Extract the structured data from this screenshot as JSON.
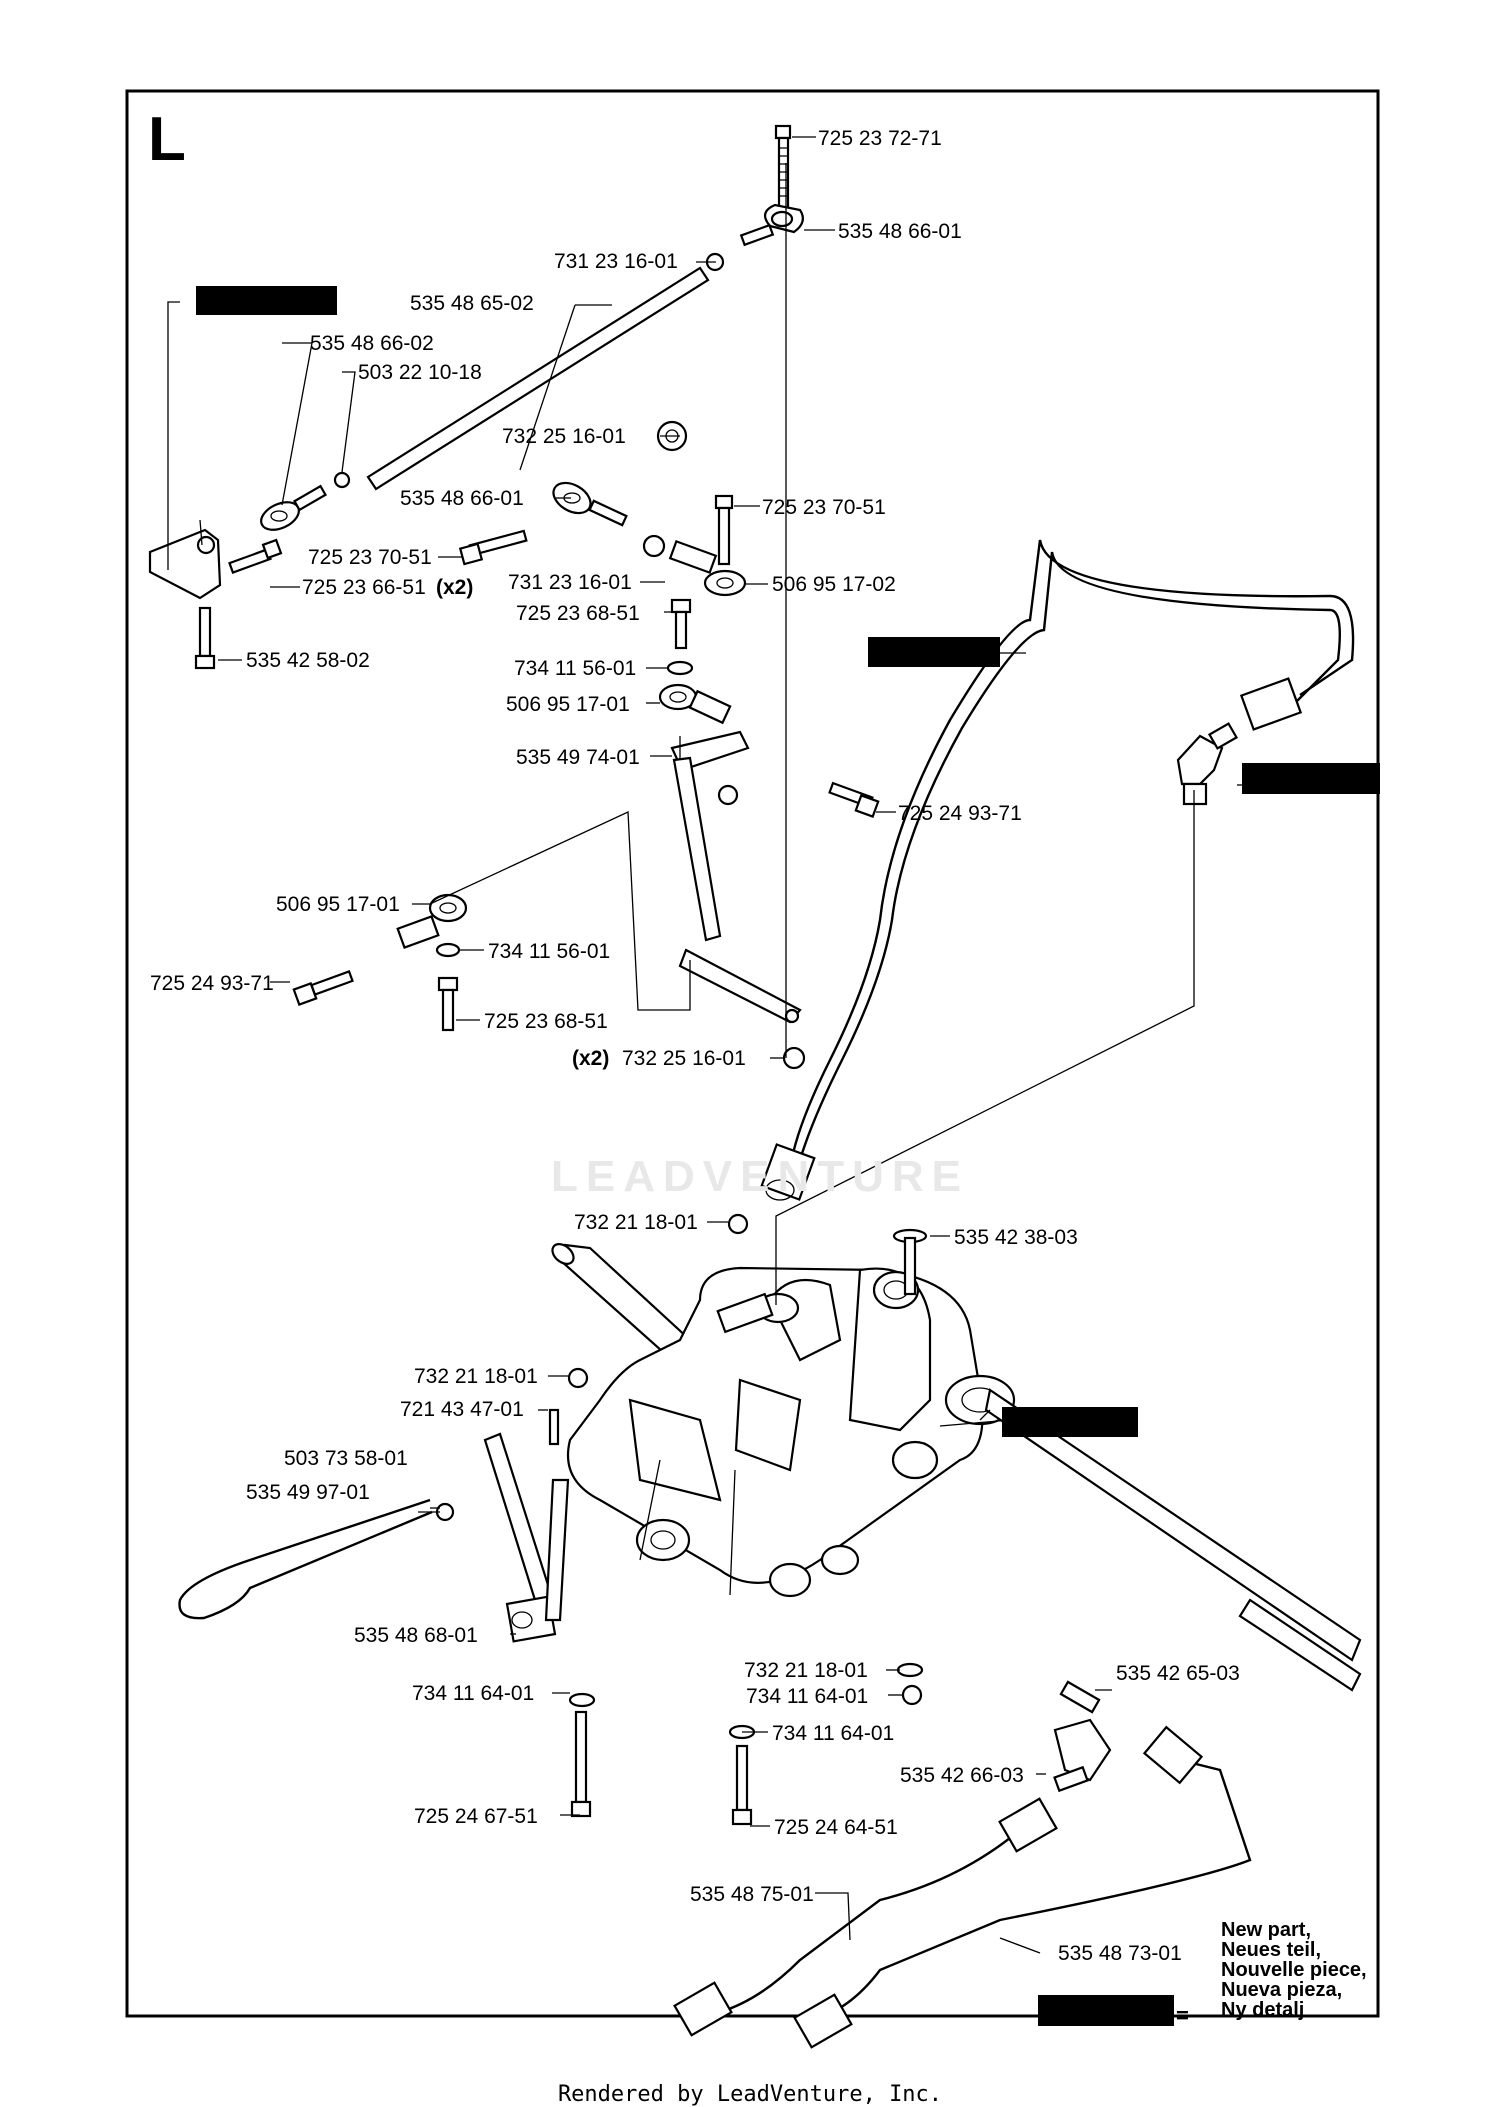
{
  "diagram": {
    "section_letter": "L",
    "parts": [
      {
        "id": "p01",
        "label": "725 23 72-71"
      },
      {
        "id": "p02",
        "label": "535 48 66-01"
      },
      {
        "id": "p03",
        "label": "731 23 16-01"
      },
      {
        "id": "p04",
        "label": "535 48 65-02"
      },
      {
        "id": "p05",
        "label": "535 48 66-02"
      },
      {
        "id": "p06",
        "label": "503 22 10-18"
      },
      {
        "id": "p07",
        "label": "732 25 16-01"
      },
      {
        "id": "p08",
        "label": "535 48 66-01"
      },
      {
        "id": "p09",
        "label": "725 23 70-51"
      },
      {
        "id": "p10",
        "label": "725 23 70-51"
      },
      {
        "id": "p11",
        "label": "731 23 16-01"
      },
      {
        "id": "p12",
        "label": "506 95 17-02"
      },
      {
        "id": "p13",
        "label": "725 23 66-51"
      },
      {
        "id": "p14",
        "label": "725 23 68-51"
      },
      {
        "id": "p15",
        "label": "535 42 58-02"
      },
      {
        "id": "p16",
        "label": "734 11 56-01"
      },
      {
        "id": "p17",
        "label": "506 95 17-01"
      },
      {
        "id": "p18",
        "label": "535 49 74-01"
      },
      {
        "id": "p19",
        "label": "725 24 93-71"
      },
      {
        "id": "p20",
        "label": "506 95 17-01"
      },
      {
        "id": "p21",
        "label": "734 11 56-01"
      },
      {
        "id": "p22",
        "label": "725 24 93-71"
      },
      {
        "id": "p23",
        "label": "725 23 68-51"
      },
      {
        "id": "p24",
        "label": "732 25 16-01"
      },
      {
        "id": "p25",
        "label": "732 21 18-01"
      },
      {
        "id": "p26",
        "label": "535 42 38-03"
      },
      {
        "id": "p27",
        "label": "732 21 18-01"
      },
      {
        "id": "p28",
        "label": "721 43 47-01"
      },
      {
        "id": "p29",
        "label": "503 73 58-01"
      },
      {
        "id": "p30",
        "label": "535 49 97-01"
      },
      {
        "id": "p31",
        "label": "535 48 68-01"
      },
      {
        "id": "p32",
        "label": "734 11 64-01"
      },
      {
        "id": "p33",
        "label": "732 21 18-01"
      },
      {
        "id": "p34",
        "label": "535 42 65-03"
      },
      {
        "id": "p35",
        "label": "734 11 64-01"
      },
      {
        "id": "p36",
        "label": "734 11 64-01"
      },
      {
        "id": "p37",
        "label": "535 42 66-03"
      },
      {
        "id": "p38",
        "label": "725 24 67-51"
      },
      {
        "id": "p39",
        "label": "725 24 64-51"
      },
      {
        "id": "p40",
        "label": "535 48 75-01"
      },
      {
        "id": "p41",
        "label": "535 48 73-01"
      }
    ],
    "quantity_x2": "(x2)"
  },
  "legend": {
    "lines": [
      "New part,",
      "Neues teil,",
      "Nouvelle piece,",
      "Nueva pieza,",
      "Ny detalj"
    ],
    "equals": "="
  },
  "watermark": "LEADVENTURE",
  "footer": "Rendered by LeadVenture, Inc."
}
